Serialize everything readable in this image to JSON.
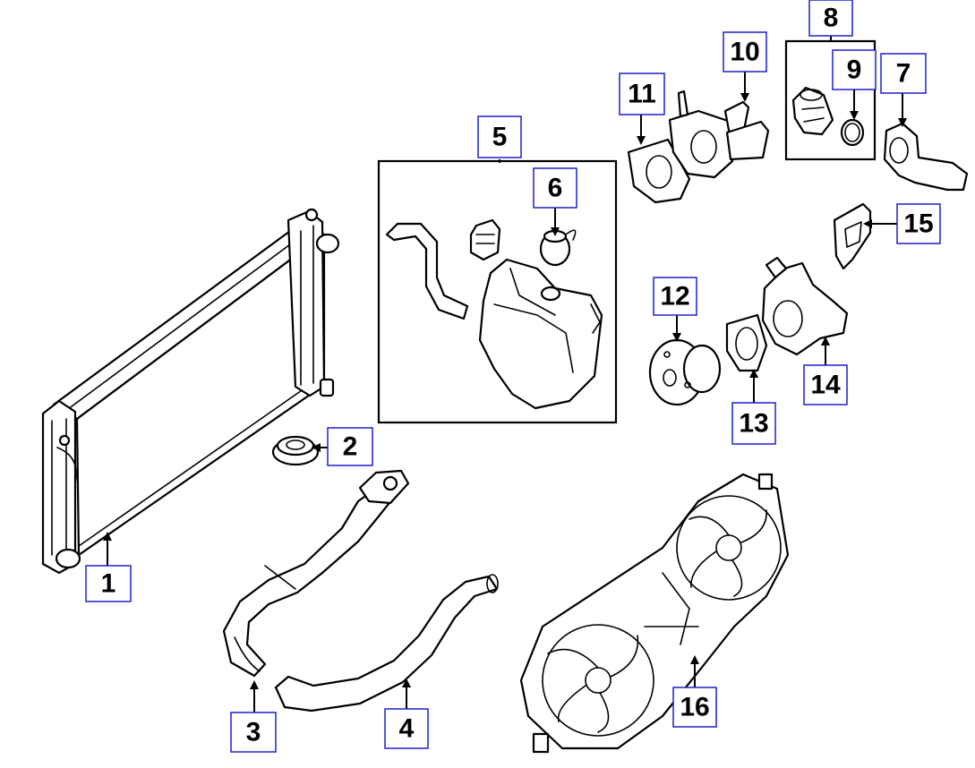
{
  "callouts": [
    {
      "id": "1",
      "label": "1"
    },
    {
      "id": "2",
      "label": "2"
    },
    {
      "id": "3",
      "label": "3"
    },
    {
      "id": "4",
      "label": "4"
    },
    {
      "id": "5",
      "label": "5"
    },
    {
      "id": "6",
      "label": "6"
    },
    {
      "id": "7",
      "label": "7"
    },
    {
      "id": "8",
      "label": "8"
    },
    {
      "id": "9",
      "label": "9"
    },
    {
      "id": "10",
      "label": "10"
    },
    {
      "id": "11",
      "label": "11"
    },
    {
      "id": "12",
      "label": "12"
    },
    {
      "id": "13",
      "label": "13"
    },
    {
      "id": "14",
      "label": "14"
    },
    {
      "id": "15",
      "label": "15"
    },
    {
      "id": "16",
      "label": "16"
    }
  ],
  "colors": {
    "callout_border": "#1f1fd0",
    "line": "#000000",
    "background": "#ffffff"
  }
}
